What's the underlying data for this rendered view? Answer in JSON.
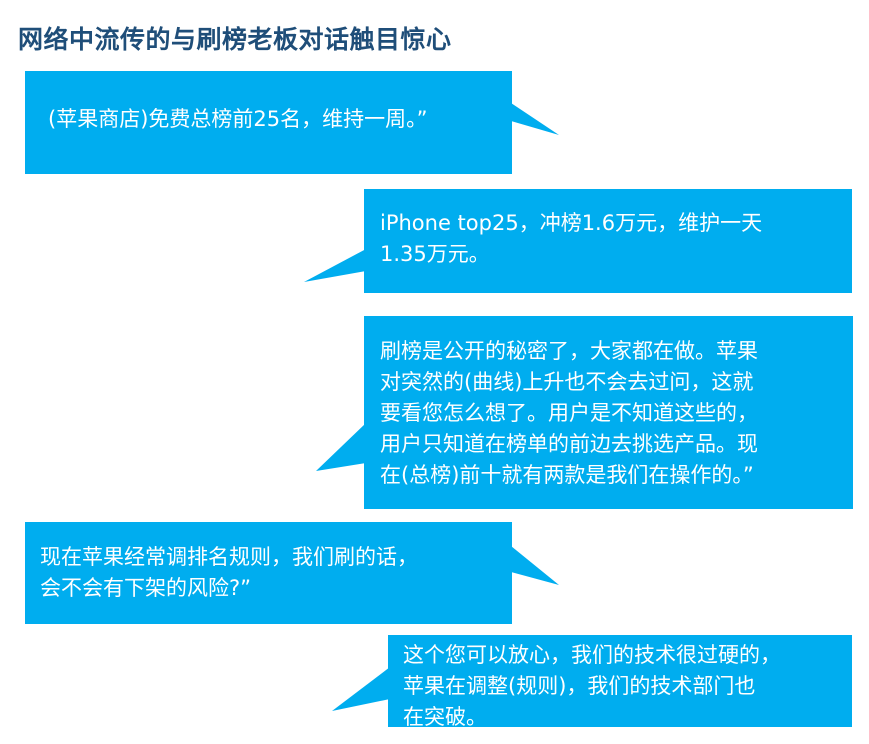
{
  "title": "网络中流传的与刷榜老板对话触目惊心",
  "colors": {
    "bubble": "#00adef",
    "title": "#1f4e79",
    "text": "#ffffff"
  },
  "bubbles": [
    {
      "lines": [
        "(苹果商店)免费总榜前25名，维持一周。”"
      ]
    },
    {
      "lines": [
        "iPhone top25，冲榜1.6万元，维护一天",
        "1.35万元。"
      ]
    },
    {
      "lines": [
        "刷榜是公开的秘密了，大家都在做。苹果",
        "对突然的(曲线)上升也不会去过问，这就",
        "要看您怎么想了。用户是不知道这些的，",
        "用户只知道在榜单的前边去挑选产品。现",
        "在(总榜)前十就有两款是我们在操作的。”"
      ]
    },
    {
      "lines": [
        "现在苹果经常调排名规则，我们刷的话，",
        "会不会有下架的风险?”"
      ]
    },
    {
      "lines": [
        "这个您可以放心，我们的技术很过硬的，",
        "苹果在调整(规则)，我们的技术部门也",
        "在突破。"
      ]
    }
  ]
}
